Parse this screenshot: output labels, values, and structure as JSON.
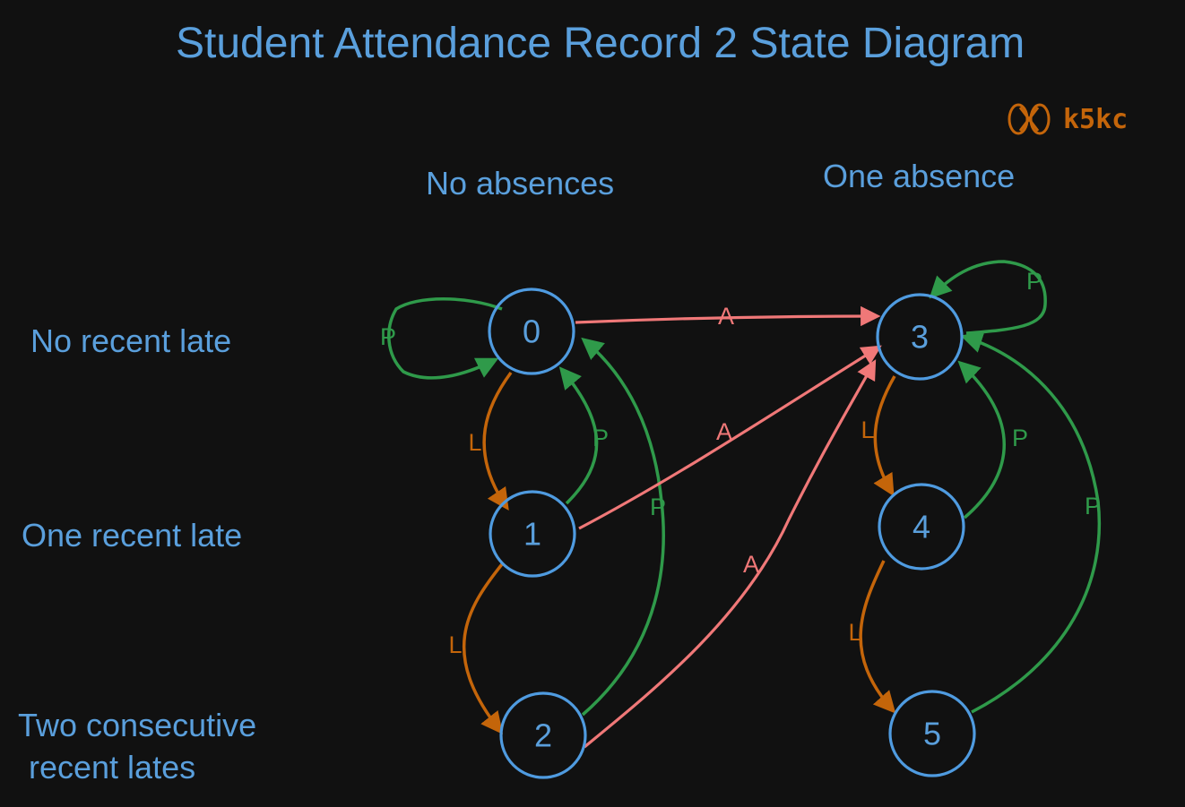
{
  "title": "Student Attendance Record 2 State Diagram",
  "watermark": {
    "text": "k5kc",
    "icon": "infinity-logo-icon"
  },
  "columns": [
    "No absences",
    "One absence"
  ],
  "rows": [
    "No recent late",
    "One recent late",
    "Two consecutive",
    "recent lates"
  ],
  "colors": {
    "background": "#111111",
    "text": "#5a9fdc",
    "node": "#4f9be0",
    "present": "#2f9a4a",
    "late": "#c4650a",
    "absent": "#f07878"
  },
  "states": [
    {
      "id": "0",
      "label": "0"
    },
    {
      "id": "1",
      "label": "1"
    },
    {
      "id": "2",
      "label": "2"
    },
    {
      "id": "3",
      "label": "3"
    },
    {
      "id": "4",
      "label": "4"
    },
    {
      "id": "5",
      "label": "5"
    }
  ],
  "transitions": [
    {
      "from": "0",
      "to": "0",
      "label": "P",
      "kind": "present"
    },
    {
      "from": "0",
      "to": "1",
      "label": "L",
      "kind": "late"
    },
    {
      "from": "1",
      "to": "0",
      "label": "P",
      "kind": "present"
    },
    {
      "from": "1",
      "to": "2",
      "label": "L",
      "kind": "late"
    },
    {
      "from": "2",
      "to": "0",
      "label": "P",
      "kind": "present"
    },
    {
      "from": "0",
      "to": "3",
      "label": "A",
      "kind": "absent"
    },
    {
      "from": "1",
      "to": "3",
      "label": "A",
      "kind": "absent"
    },
    {
      "from": "2",
      "to": "3",
      "label": "A",
      "kind": "absent"
    },
    {
      "from": "3",
      "to": "3",
      "label": "P",
      "kind": "present"
    },
    {
      "from": "3",
      "to": "4",
      "label": "L",
      "kind": "late"
    },
    {
      "from": "4",
      "to": "3",
      "label": "P",
      "kind": "present"
    },
    {
      "from": "4",
      "to": "5",
      "label": "L",
      "kind": "late"
    },
    {
      "from": "5",
      "to": "3",
      "label": "P",
      "kind": "present"
    }
  ]
}
